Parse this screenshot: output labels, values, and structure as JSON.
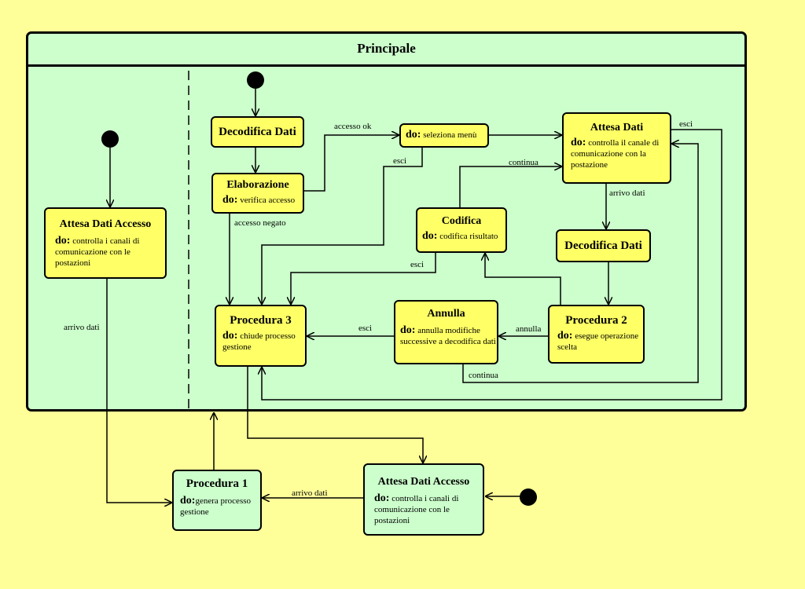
{
  "composite": {
    "title": "Principale"
  },
  "states": {
    "attesa_accesso_inner": {
      "title": "Attesa Dati Accesso",
      "do": "do:",
      "text": "controlla i canali di comunicazione con le postazioni"
    },
    "decodifica_1": {
      "title": "Decodifica Dati"
    },
    "elaborazione": {
      "title": "Elaborazione",
      "do": "do:",
      "text": "verifica accesso"
    },
    "menu": {
      "do": "do:",
      "text": "seleziona menù"
    },
    "attesa_dati": {
      "title": "Attesa Dati",
      "do": "do:",
      "text": "controlla il canale di comunicazione con la postazione"
    },
    "codifica": {
      "title": "Codifica",
      "do": "do:",
      "text": "codifica risultato"
    },
    "decodifica_2": {
      "title": "Decodifica Dati"
    },
    "procedura_3": {
      "title": "Procedura 3",
      "do": "do:",
      "text": "chiude processo gestione"
    },
    "annulla": {
      "title": "Annulla",
      "do": "do:",
      "text": "annulla modifiche successive a decodifica dati"
    },
    "procedura_2": {
      "title": "Procedura 2",
      "do": "do:",
      "text": "esegue operazione scelta"
    },
    "procedura_1": {
      "title": "Procedura 1",
      "do": "do:",
      "text": "genera processo gestione"
    },
    "attesa_accesso_outer": {
      "title": "Attesa Dati Accesso",
      "do": "do:",
      "text": "controlla i canali di comunicazione con le postazioni"
    }
  },
  "transitions": {
    "accesso_ok": "accesso ok",
    "accesso_negato": "accesso negato",
    "esci_menu": "esci",
    "esci_attesa": "esci",
    "continua_top": "continua",
    "arrivo_dati_right": "arrivo dati",
    "esci_codifica": "esci",
    "annulla": "annulla",
    "esci_annulla": "esci",
    "continua_bottom": "continua",
    "arrivo_dati_left": "arrivo dati",
    "arrivo_dati_bottom": "arrivo dati"
  }
}
